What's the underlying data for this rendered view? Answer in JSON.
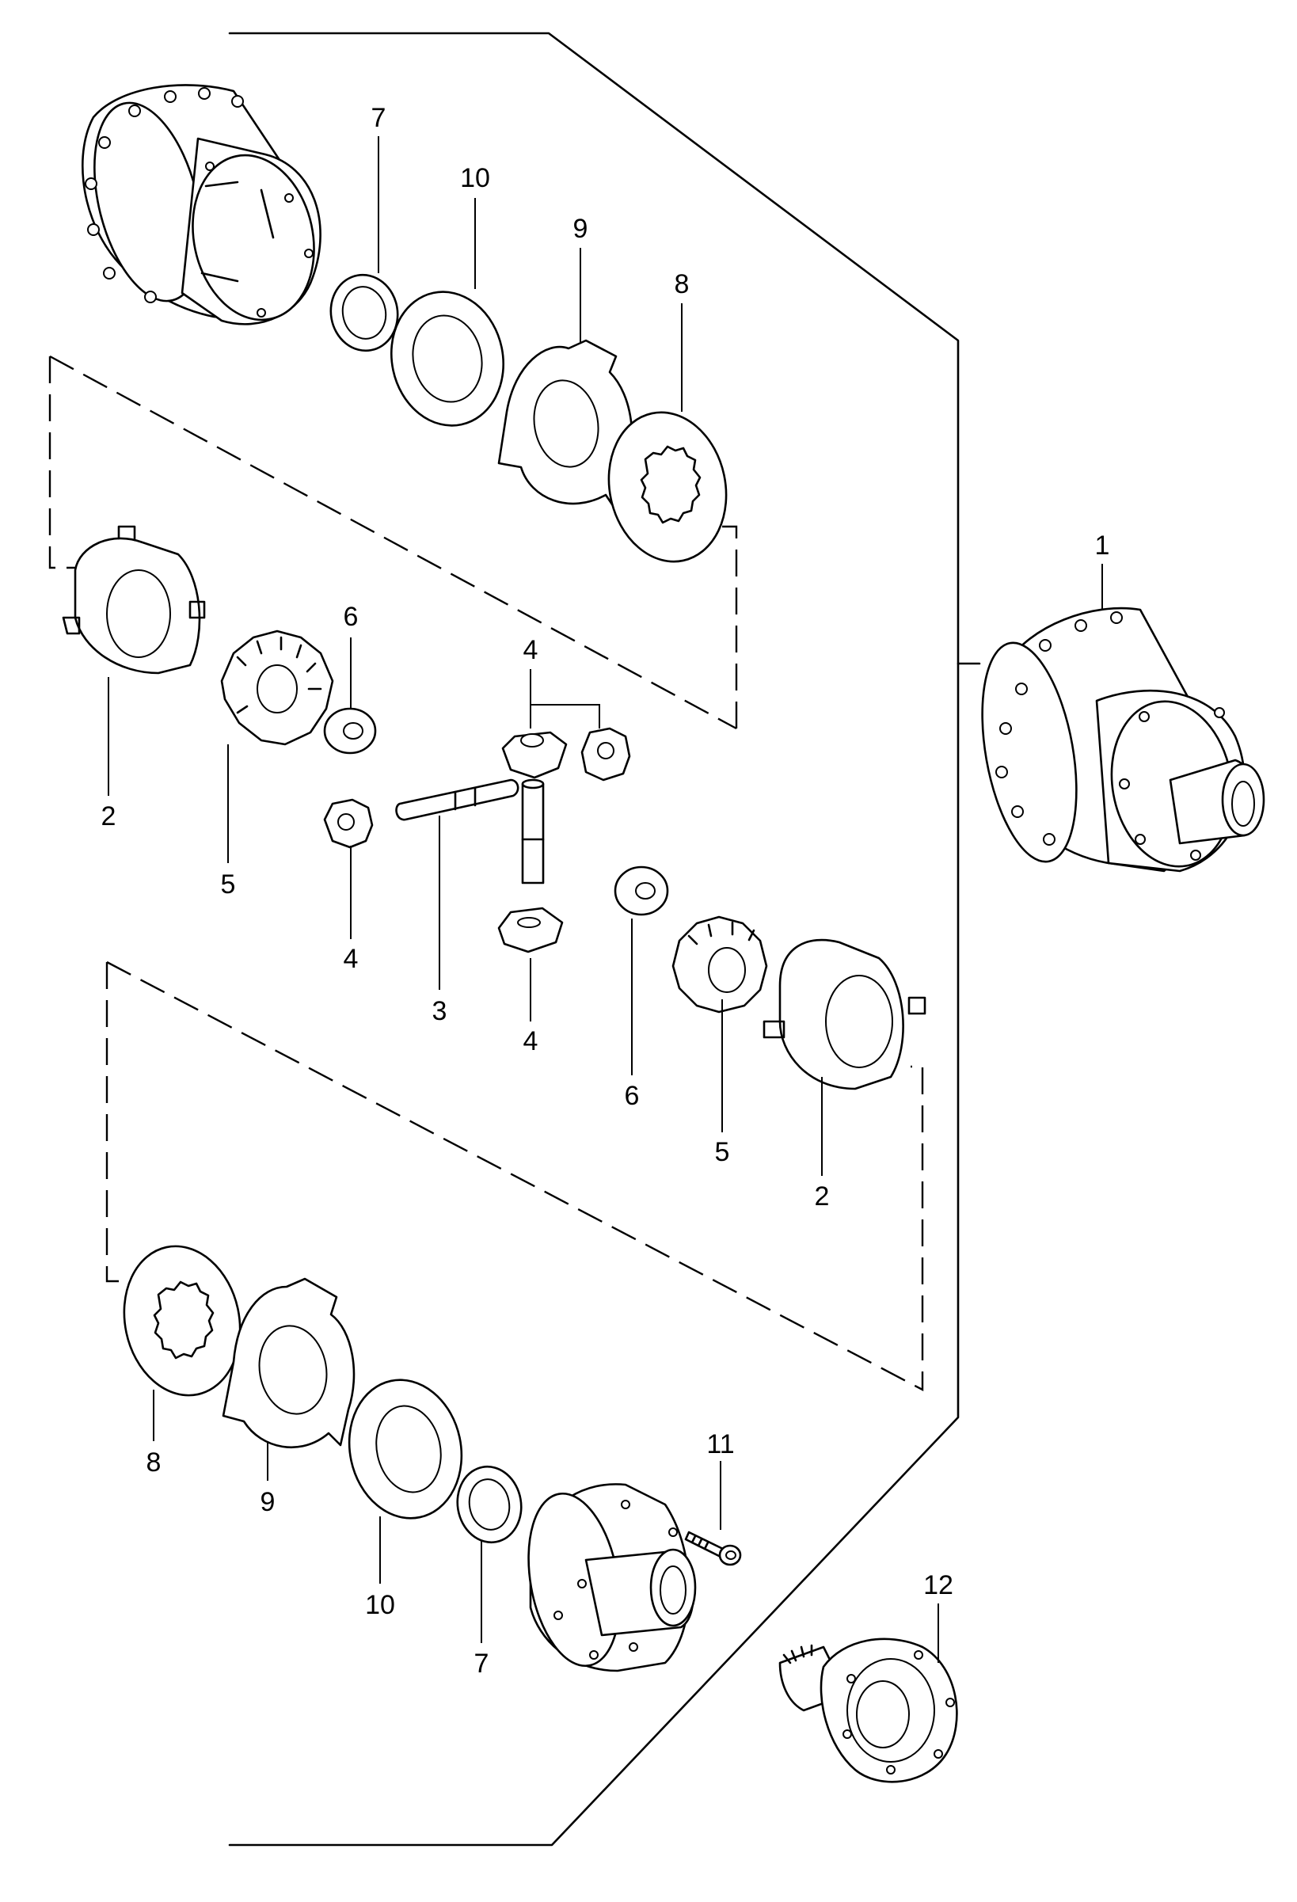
{
  "callouts": {
    "c1": "1",
    "c2a": "2",
    "c2b": "2",
    "c3": "3",
    "c4a": "4",
    "c4b": "4",
    "c4c": "4",
    "c5a": "5",
    "c5b": "5",
    "c6a": "6",
    "c6b": "6",
    "c7a": "7",
    "c7b": "7",
    "c8a": "8",
    "c8b": "8",
    "c9a": "9",
    "c9b": "9",
    "c10a": "10",
    "c10b": "10",
    "c11": "11",
    "c12": "12"
  }
}
